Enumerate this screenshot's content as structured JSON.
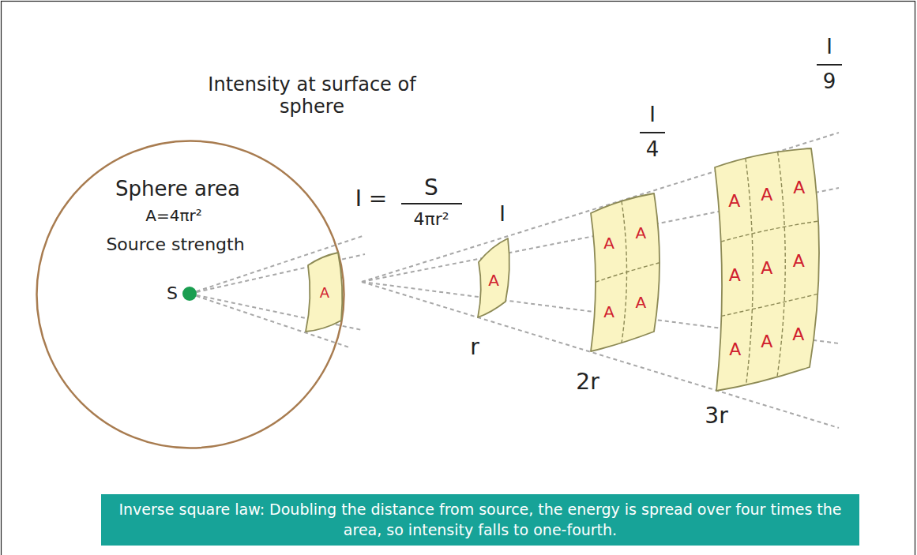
{
  "diagram": {
    "caption": "Inverse square law: Doubling the distance from source, the energy is spread over four times the area, so intensity falls to one-fourth.",
    "nodes": [
      {
        "text": [
          "Sphere area",
          "A=4πr²",
          "Source strength",
          "S"
        ]
      },
      {
        "text": [
          "A"
        ],
        "in": 0
      },
      {
        "text": [
          "A"
        ]
      },
      {
        "text": [
          "A",
          "A",
          "A",
          "A"
        ]
      },
      {
        "text": [
          "A",
          "A",
          "A",
          "A",
          "A",
          "A",
          "A",
          "A",
          "A"
        ]
      }
    ],
    "labels": [
      "Intensity at surface of sphere",
      "I =",
      "S",
      "4πr²",
      "I",
      "I",
      "4",
      "I",
      "9",
      "r",
      "2r",
      "3r"
    ]
  }
}
